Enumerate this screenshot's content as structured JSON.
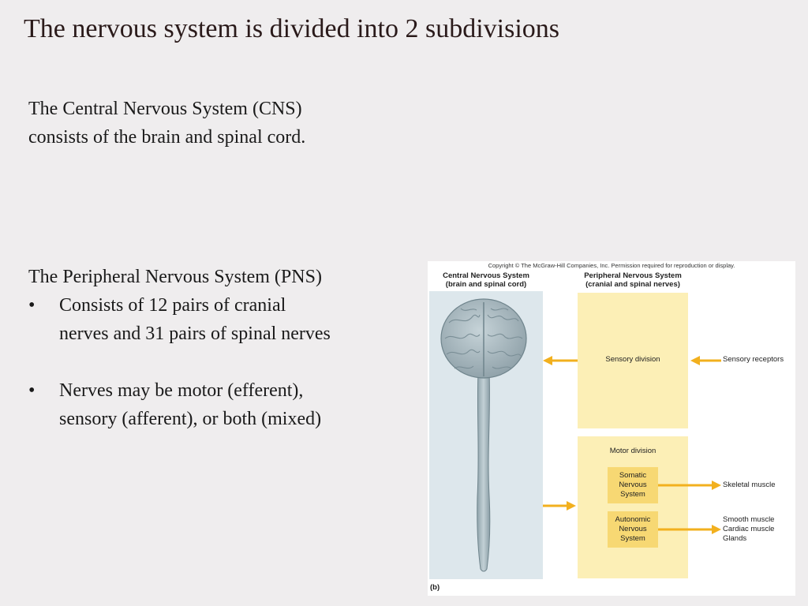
{
  "slide": {
    "title": "The nervous system is divided into 2 subdivisions",
    "cns_text": {
      "line1": "The Central Nervous System (CNS)",
      "line2": "consists of the brain and spinal cord."
    },
    "pns": {
      "heading": "The Peripheral Nervous System (PNS)",
      "bullets": [
        {
          "line1": "Consists of 12 pairs of cranial",
          "line2": "nerves and 31 pairs of spinal nerves"
        },
        {
          "line1": "Nerves may be motor (efferent),",
          "line2": "sensory (afferent), or both (mixed)"
        }
      ]
    }
  },
  "figure": {
    "copyright": "Copyright © The McGraw-Hill Companies, Inc. Permission required for reproduction or display.",
    "cns_header": {
      "line1": "Central Nervous System",
      "line2": "(brain and spinal cord)"
    },
    "pns_header": {
      "line1": "Peripheral Nervous System",
      "line2": "(cranial and spinal nerves)"
    },
    "sensory_division": "Sensory division",
    "sensory_receptors": "Sensory receptors",
    "motor_division": "Motor division",
    "somatic": {
      "line1": "Somatic",
      "line2": "Nervous",
      "line3": "System"
    },
    "autonomic": {
      "line1": "Autonomic",
      "line2": "Nervous",
      "line3": "System"
    },
    "skeletal_muscle": "Skeletal muscle",
    "autonomic_targets": {
      "line1": "Smooth muscle",
      "line2": "Cardiac muscle",
      "line3": "Glands"
    },
    "panel_label": "(b)",
    "colors": {
      "arrow": "#f2b01e",
      "cns_panel": "#dde7ec",
      "pns_panel": "#fcefb6",
      "sub_box": "#f7d873",
      "brain": "#a9b8bf"
    }
  }
}
